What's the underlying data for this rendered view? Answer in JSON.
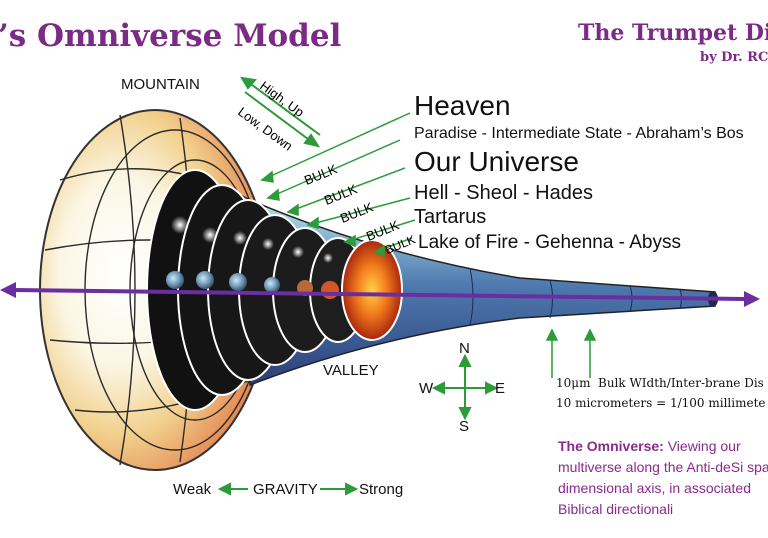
{
  "header": {
    "title_left": "’s Omniverse Model",
    "title_right": "The Trumpet Diag",
    "byline": "by Dr. RC"
  },
  "labels": {
    "mountain": "MOUNTAIN",
    "valley": "VALLEY",
    "high_up": "High, Up",
    "low_down": "Low, Down",
    "bulk": "BULK"
  },
  "realms": {
    "heaven": "Heaven",
    "paradise": "Paradise - Intermediate State -  Abraham’s Bos",
    "our_universe": "Our Universe",
    "hell": "Hell - Sheol - Hades",
    "tartarus": "Tartarus",
    "lake": "Lake of Fire - Gehenna - Abyss"
  },
  "compass": {
    "n": "N",
    "s": "S",
    "e": "E",
    "w": "W"
  },
  "gravity": {
    "weak": "Weak",
    "label": "GRAVITY",
    "strong": "Strong"
  },
  "measure": {
    "size": "10μm",
    "bulk_width": "Bulk WIdth/Inter-brane Dis",
    "conversion": "10 micrometers = 1/100 millimete"
  },
  "description": {
    "lead": "The Omniverse:",
    "body": " Viewing our multiverse along the Anti-deSi spatial dimensional axis, in associated Biblical directionali"
  },
  "colors": {
    "title": "#7b2a86",
    "arrow_green": "#2e9b3a",
    "axis_purple": "#6a2ea0",
    "trumpet_blue": "#3f5c8c"
  }
}
